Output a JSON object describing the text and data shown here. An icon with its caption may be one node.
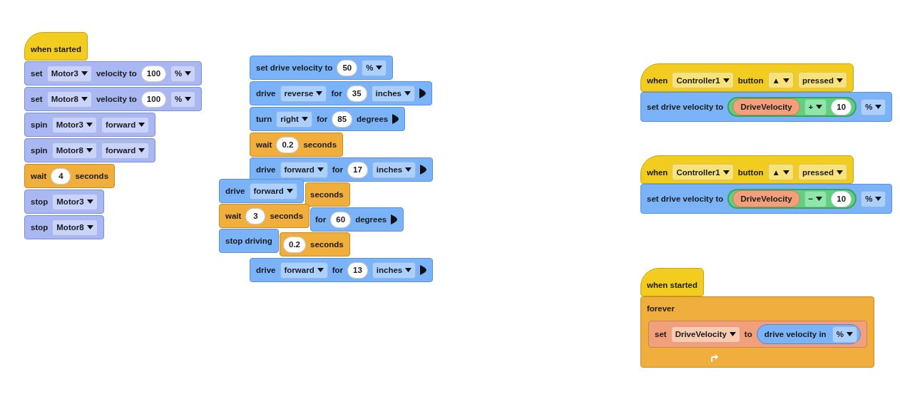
{
  "diagram": {
    "nodes": [
      {
        "text": [
          "when started"
        ]
      },
      {
        "text": [
          "set",
          "velocity to"
        ]
      },
      {
        "text": [
          "Motor3"
        ],
        "in": 1
      },
      {
        "text": [
          "100"
        ],
        "in": 1
      },
      {
        "text": [
          "%"
        ],
        "in": 1
      },
      {
        "text": [
          "set",
          "velocity to"
        ]
      },
      {
        "text": [
          "Motor8"
        ],
        "in": 5
      },
      {
        "text": [
          "100"
        ],
        "in": 5
      },
      {
        "text": [
          "%"
        ],
        "in": 5
      },
      {
        "text": [
          "spin"
        ]
      },
      {
        "text": [
          "Motor3"
        ],
        "in": 9
      },
      {
        "text": [
          "forward"
        ],
        "in": 9
      },
      {
        "text": [
          "spin"
        ]
      },
      {
        "text": [
          "Motor8"
        ],
        "in": 12
      },
      {
        "text": [
          "forward"
        ],
        "in": 12
      },
      {
        "text": [
          "wait",
          "seconds"
        ]
      },
      {
        "text": [
          "4"
        ],
        "in": 15
      },
      {
        "text": [
          "stop"
        ]
      },
      {
        "text": [
          "Motor3"
        ],
        "in": 17
      },
      {
        "text": [
          "stop"
        ]
      },
      {
        "text": [
          "Motor8"
        ],
        "in": 19
      },
      {
        "text": [
          "set drive velocity to"
        ]
      },
      {
        "text": [
          "50"
        ],
        "in": 21
      },
      {
        "text": [
          "%"
        ],
        "in": 21
      },
      {
        "text": [
          "drive",
          "for"
        ]
      },
      {
        "text": [
          "reverse"
        ],
        "in": 24
      },
      {
        "text": [
          "35"
        ],
        "in": 24
      },
      {
        "text": [
          "inches"
        ],
        "in": 24
      },
      {
        "text": [
          "turn",
          "for",
          "degrees"
        ]
      },
      {
        "text": [
          "right"
        ],
        "in": 28
      },
      {
        "text": [
          "85"
        ],
        "in": 28
      },
      {
        "text": [
          "wait",
          "seconds"
        ]
      },
      {
        "text": [
          "0.2"
        ],
        "in": 31
      },
      {
        "text": [
          "drive",
          "for"
        ]
      },
      {
        "text": [
          "forward"
        ],
        "in": 33
      },
      {
        "text": [
          "17"
        ],
        "in": 33
      },
      {
        "text": [
          "inches"
        ],
        "in": 33
      },
      {
        "text": [
          "seconds"
        ]
      },
      {
        "text": [
          "for",
          "degrees"
        ]
      },
      {
        "text": [
          "60"
        ],
        "in": 38
      },
      {
        "text": [
          "seconds"
        ]
      },
      {
        "text": [
          "0.2"
        ],
        "in": 40
      },
      {
        "text": [
          "drive",
          "for"
        ]
      },
      {
        "text": [
          "forward"
        ],
        "in": 42
      },
      {
        "text": [
          "13"
        ],
        "in": 42
      },
      {
        "text": [
          "inches"
        ],
        "in": 42
      },
      {
        "text": [
          "drive"
        ]
      },
      {
        "text": [
          "forward"
        ],
        "in": 46
      },
      {
        "text": [
          "wait",
          "seconds"
        ]
      },
      {
        "text": [
          "3"
        ],
        "in": 48
      },
      {
        "text": [
          "stop driving"
        ]
      },
      {
        "text": [
          "when",
          "button"
        ]
      },
      {
        "text": [
          "Controller1"
        ],
        "in": 51
      },
      {
        "text": [
          "▲"
        ],
        "in": 51
      },
      {
        "text": [
          "pressed"
        ],
        "in": 51
      },
      {
        "text": [
          "set drive velocity to"
        ]
      },
      {
        "text": [],
        "shape": "oval",
        "in": 55
      },
      {
        "text": [
          "DriveVelocity"
        ],
        "in": 56
      },
      {
        "text": [
          "+"
        ],
        "in": 56
      },
      {
        "text": [
          "10"
        ],
        "in": 56
      },
      {
        "text": [
          "%"
        ],
        "in": 55
      },
      {
        "text": [
          "when",
          "button"
        ]
      },
      {
        "text": [
          "Controller1"
        ],
        "in": 61
      },
      {
        "text": [
          "▲"
        ],
        "in": 61
      },
      {
        "text": [
          "pressed"
        ],
        "in": 61
      },
      {
        "text": [
          "set drive velocity to"
        ]
      },
      {
        "text": [],
        "shape": "oval",
        "in": 65
      },
      {
        "text": [
          "DriveVelocity"
        ],
        "in": 66
      },
      {
        "text": [
          "−"
        ],
        "in": 66
      },
      {
        "text": [
          "10"
        ],
        "in": 66
      },
      {
        "text": [
          "%"
        ],
        "in": 65
      },
      {
        "text": [
          "when started"
        ]
      },
      {
        "text": [
          "forever"
        ]
      },
      {
        "text": [
          "set",
          "to"
        ],
        "in": 72
      },
      {
        "text": [
          "DriveVelocity"
        ],
        "in": 73
      },
      {
        "text": [
          "drive velocity in"
        ],
        "in": 73
      },
      {
        "text": [
          "%"
        ],
        "in": 75
      }
    ]
  }
}
